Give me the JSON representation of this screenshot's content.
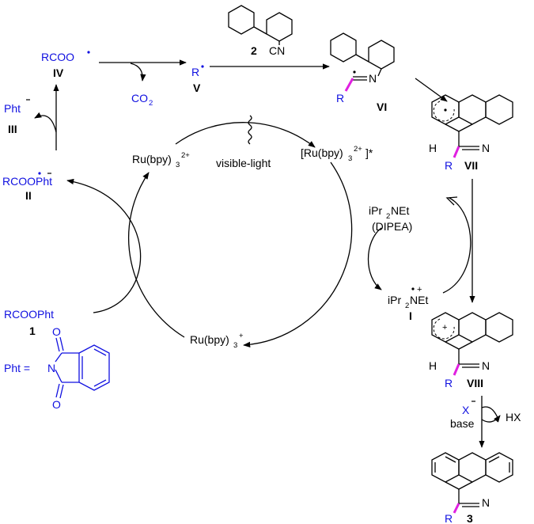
{
  "labels": {
    "rcoo_radical": "RCOO",
    "iv": "IV",
    "r_radical": "R",
    "v": "V",
    "co2": "CO",
    "co2_sub": "2",
    "reagent_num": "2",
    "reagent_cn": "CN",
    "vi_r": "R",
    "vi_n": "N",
    "vi": "VI",
    "vii_h": "H",
    "vii_r": "R",
    "vii_n": "N",
    "vii": "VII",
    "pht_anion": "Pht",
    "iii": "III",
    "rcoopht_radical_anion": "RCOOPht",
    "ii": "II",
    "rcoopht": "RCOOPht",
    "one": "1",
    "ru2_main": "Ru(bpy)",
    "ru2_sub": "3",
    "ru2_sup": "2+",
    "visible_light": "visible-light",
    "ru_excited_main": "[Ru(bpy)",
    "ru_excited_sub": "3",
    "ru_excited_sup": "2+",
    "ru_excited_tail": "]*",
    "ru3_main": "Ru(bpy)",
    "ru3_sub": "3",
    "ru3_sup": "+",
    "dipea_formula_a": "iPr",
    "dipea_formula_sub": "2",
    "dipea_formula_b": "NEt",
    "dipea_name": "(DIPEA)",
    "dipea_cation_a": "iPr",
    "dipea_cation_sub": "2",
    "dipea_cation_b": "NEt",
    "i": "I",
    "viii_h": "H",
    "viii_r": "R",
    "viii_n": "N",
    "viii": "VIII",
    "x_anion": "X",
    "base": "base",
    "hx": "HX",
    "prod_n": "N",
    "prod_r": "R",
    "three": "3",
    "pht_eq": "Pht =",
    "pht_o1": "O",
    "pht_n": "N",
    "pht_o2": "O"
  },
  "colors": {
    "blue": "#1010e0",
    "magenta": "#e020e0",
    "black": "#000000"
  }
}
